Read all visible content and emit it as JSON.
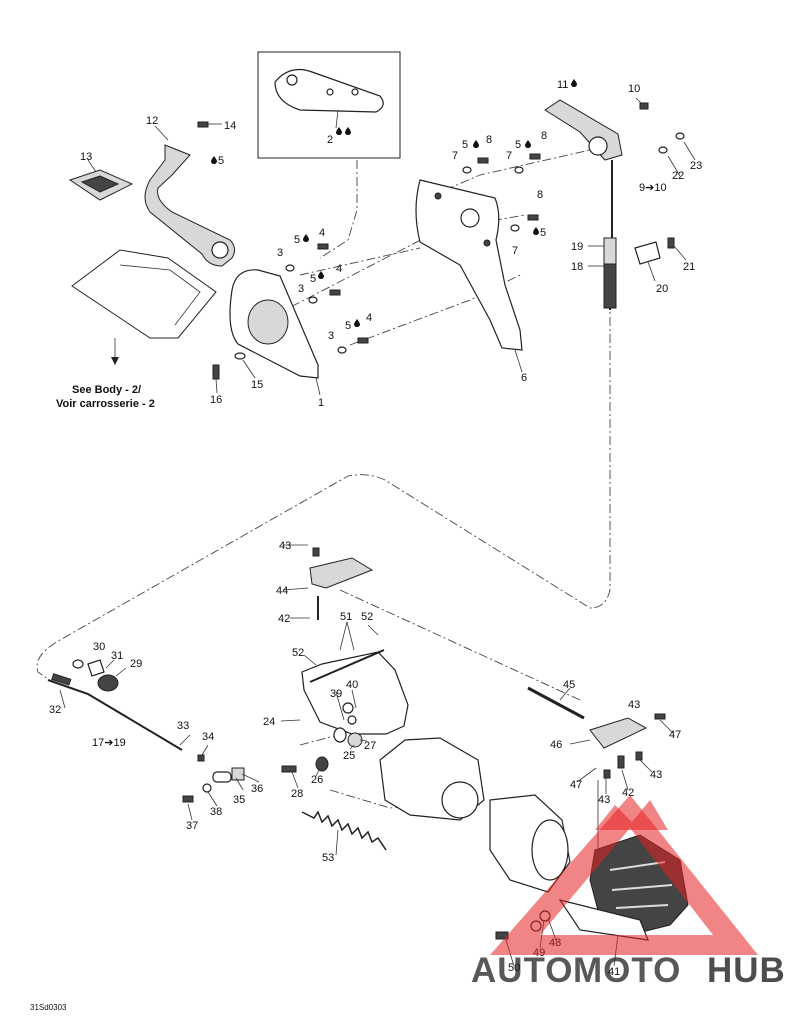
{
  "diagram": {
    "drawing_code": "31Sd0303",
    "reference_note": [
      "See Body - 2/",
      "Voir carrosserie - 2"
    ],
    "callouts": {
      "c1": "1",
      "c2": "2",
      "c3a": "3",
      "c3b": "3",
      "c3c": "3",
      "c4a": "4",
      "c4b": "4",
      "c4c": "4",
      "c5a": "5",
      "c5b": "5",
      "c5c": "5",
      "c5d": "5",
      "c5e": "5",
      "c5f": "5",
      "c5g": "5",
      "c6": "6",
      "c7a": "7",
      "c7b": "7",
      "c7c": "7",
      "c8a": "8",
      "c8b": "8",
      "c8c": "8",
      "c9": "9➔10",
      "c10": "10",
      "c11": "11",
      "c12": "12",
      "c13": "13",
      "c14": "14",
      "c15": "15",
      "c16": "16",
      "c17": "17➔19",
      "c18": "18",
      "c19": "19",
      "c20": "20",
      "c21": "21",
      "c22": "22",
      "c23": "23",
      "c24": "24",
      "c25": "25",
      "c26": "26",
      "c27": "27",
      "c28": "28",
      "c29": "29",
      "c30": "30",
      "c31": "31",
      "c32": "32",
      "c33": "33",
      "c34": "34",
      "c35": "35",
      "c36": "36",
      "c37": "37",
      "c38": "38",
      "c39": "39",
      "c40": "40",
      "c41": "41",
      "c42a": "42",
      "c42b": "42",
      "c43a": "43",
      "c43b": "43",
      "c43c": "43",
      "c43d": "43",
      "c44": "44",
      "c45": "45",
      "c46": "46",
      "c47a": "47",
      "c47b": "47",
      "c48": "48",
      "c49": "49",
      "c50": "50",
      "c51": "51",
      "c52a": "52",
      "c52b": "52",
      "c53": "53"
    }
  },
  "watermark": {
    "text_a": "AUTO",
    "text_b": "MOTO",
    "text_c": "HUB",
    "color_a": "#f2b400",
    "color_b": "#e62020",
    "color_c": "#777777"
  }
}
